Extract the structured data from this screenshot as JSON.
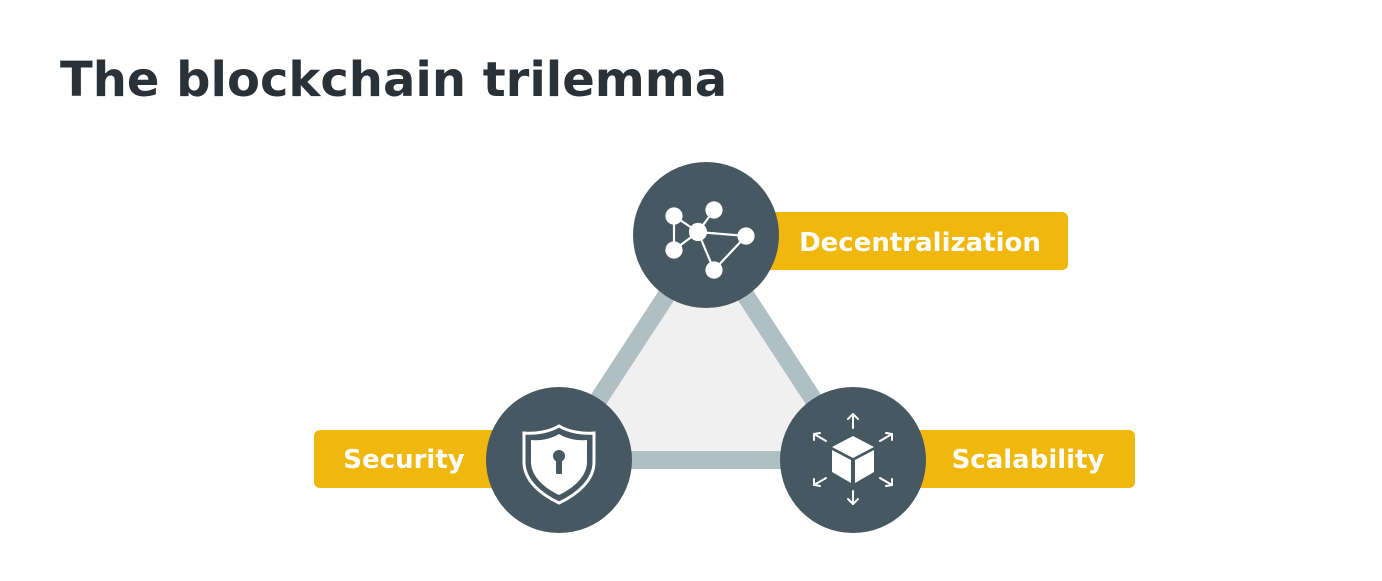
{
  "title": "The blockchain trilemma",
  "nodes": {
    "top": {
      "label": "Decentralization",
      "icon": "network-icon"
    },
    "left": {
      "label": "Security",
      "icon": "shield-keyhole-icon"
    },
    "right": {
      "label": "Scalability",
      "icon": "expanding-cube-icon"
    }
  },
  "colors": {
    "title": "#283238",
    "circle": "#465862",
    "edge": "#b0bec5",
    "triangle_fill": "#f0f0f0",
    "label_bg": "#f0b70d",
    "label_text": "#ffffff",
    "icon": "#ffffff"
  }
}
